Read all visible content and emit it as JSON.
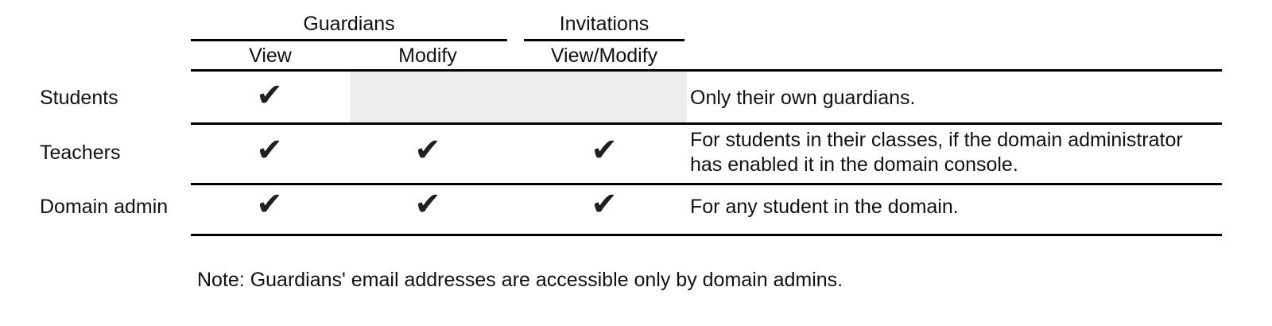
{
  "table": {
    "column_groups": [
      {
        "label": "Guardians",
        "span": 2
      },
      {
        "label": "Invitations",
        "span": 1
      }
    ],
    "columns": [
      {
        "label": "View"
      },
      {
        "label": "Modify"
      },
      {
        "label": "View/Modify"
      }
    ],
    "row_header_label": "",
    "rows": [
      {
        "label": "Students",
        "guardians_view": "✔",
        "guardians_modify": "",
        "invitations_view_modify": "",
        "guardians_modify_state": "not-allowed-shaded",
        "description": "Only their own guardians."
      },
      {
        "label": "Teachers",
        "guardians_view": "✔",
        "guardians_modify": "✔",
        "invitations_view_modify": "✔",
        "guardians_modify_state": "allowed",
        "description": "For students in their classes, if the domain administrator has enabled it in the domain console."
      },
      {
        "label": "Domain admin",
        "guardians_view": "✔",
        "guardians_modify": "✔",
        "invitations_view_modify": "✔",
        "guardians_modify_state": "allowed",
        "description": "For any student in the domain."
      }
    ]
  },
  "note": "Note: Guardians' email addresses are accessible only by domain admins.",
  "colors": {
    "background": "#ffffff",
    "text": "#111111",
    "rule": "#000000",
    "shaded_cell": "#eeeeee",
    "checkmark": "#231f20"
  },
  "icons": {
    "checkmark": "✔"
  }
}
